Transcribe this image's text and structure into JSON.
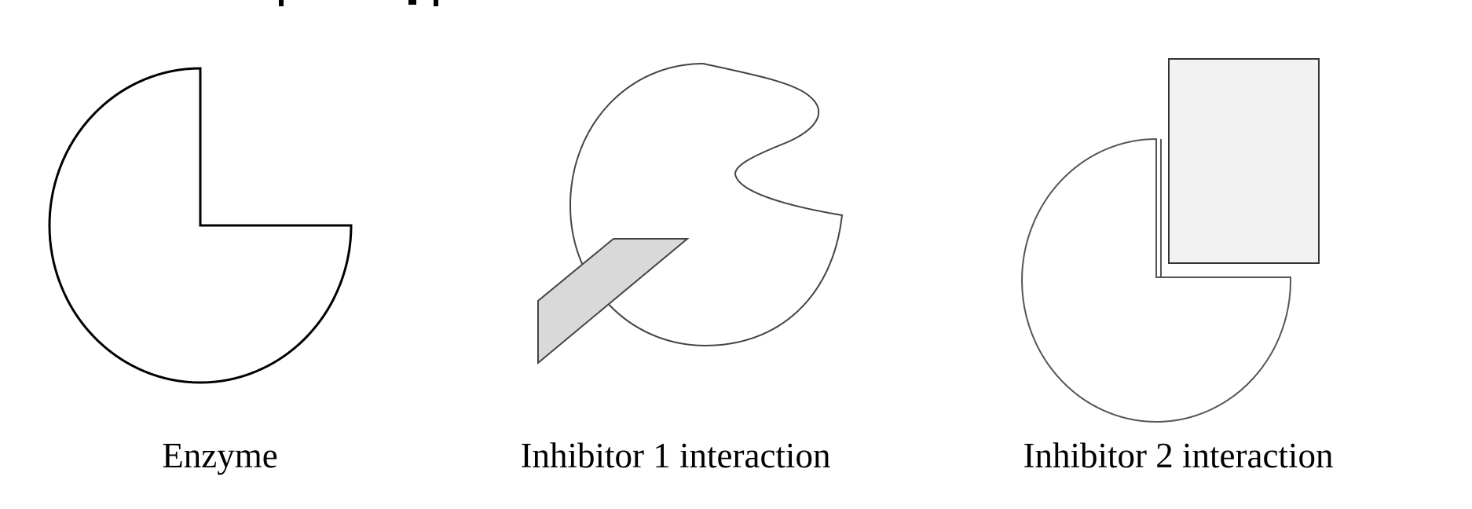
{
  "panels": [
    {
      "id": "enzyme",
      "label": "Enzyme"
    },
    {
      "id": "inhibitor-1",
      "label": "Inhibitor 1 interaction"
    },
    {
      "id": "inhibitor-2",
      "label": "Inhibitor 2 interaction"
    }
  ],
  "colors": {
    "outline": "#000000",
    "inhibitor_1_fill": "#d9d9d9",
    "inhibitor_2_fill": "#f2f2f2",
    "background": "#ffffff"
  }
}
